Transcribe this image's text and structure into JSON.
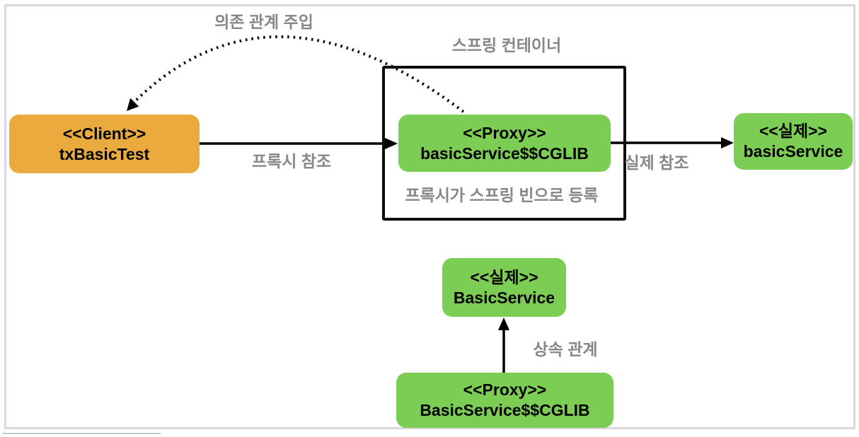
{
  "diagram": {
    "labels": {
      "dependency_injection": "의존 관계 주입",
      "spring_container": "스프링 컨테이너",
      "proxy_reference": "프록시 참조",
      "real_reference": "실제 참조",
      "proxy_registered_as_bean": "프록시가 스프링 빈으로 등록",
      "inheritance": "상속 관계"
    },
    "nodes": {
      "client": {
        "line1": "<<Client>>",
        "line2": "txBasicTest"
      },
      "proxy_bean": {
        "line1": "<<Proxy>>",
        "line2": "basicService$$CGLIB"
      },
      "real_bean": {
        "line1": "<<실제>>",
        "line2": "basicService"
      },
      "real_class": {
        "line1": "<<실제>>",
        "line2": "BasicService"
      },
      "proxy_class": {
        "line1": "<<Proxy>>",
        "line2": "BasicService$$CGLIB"
      }
    },
    "colors": {
      "client_fill": "#ebaa3e",
      "service_fill": "#7bcd54",
      "label_gray": "#878787",
      "line_black": "#000000",
      "frame_gray": "#d8d8d8"
    }
  }
}
